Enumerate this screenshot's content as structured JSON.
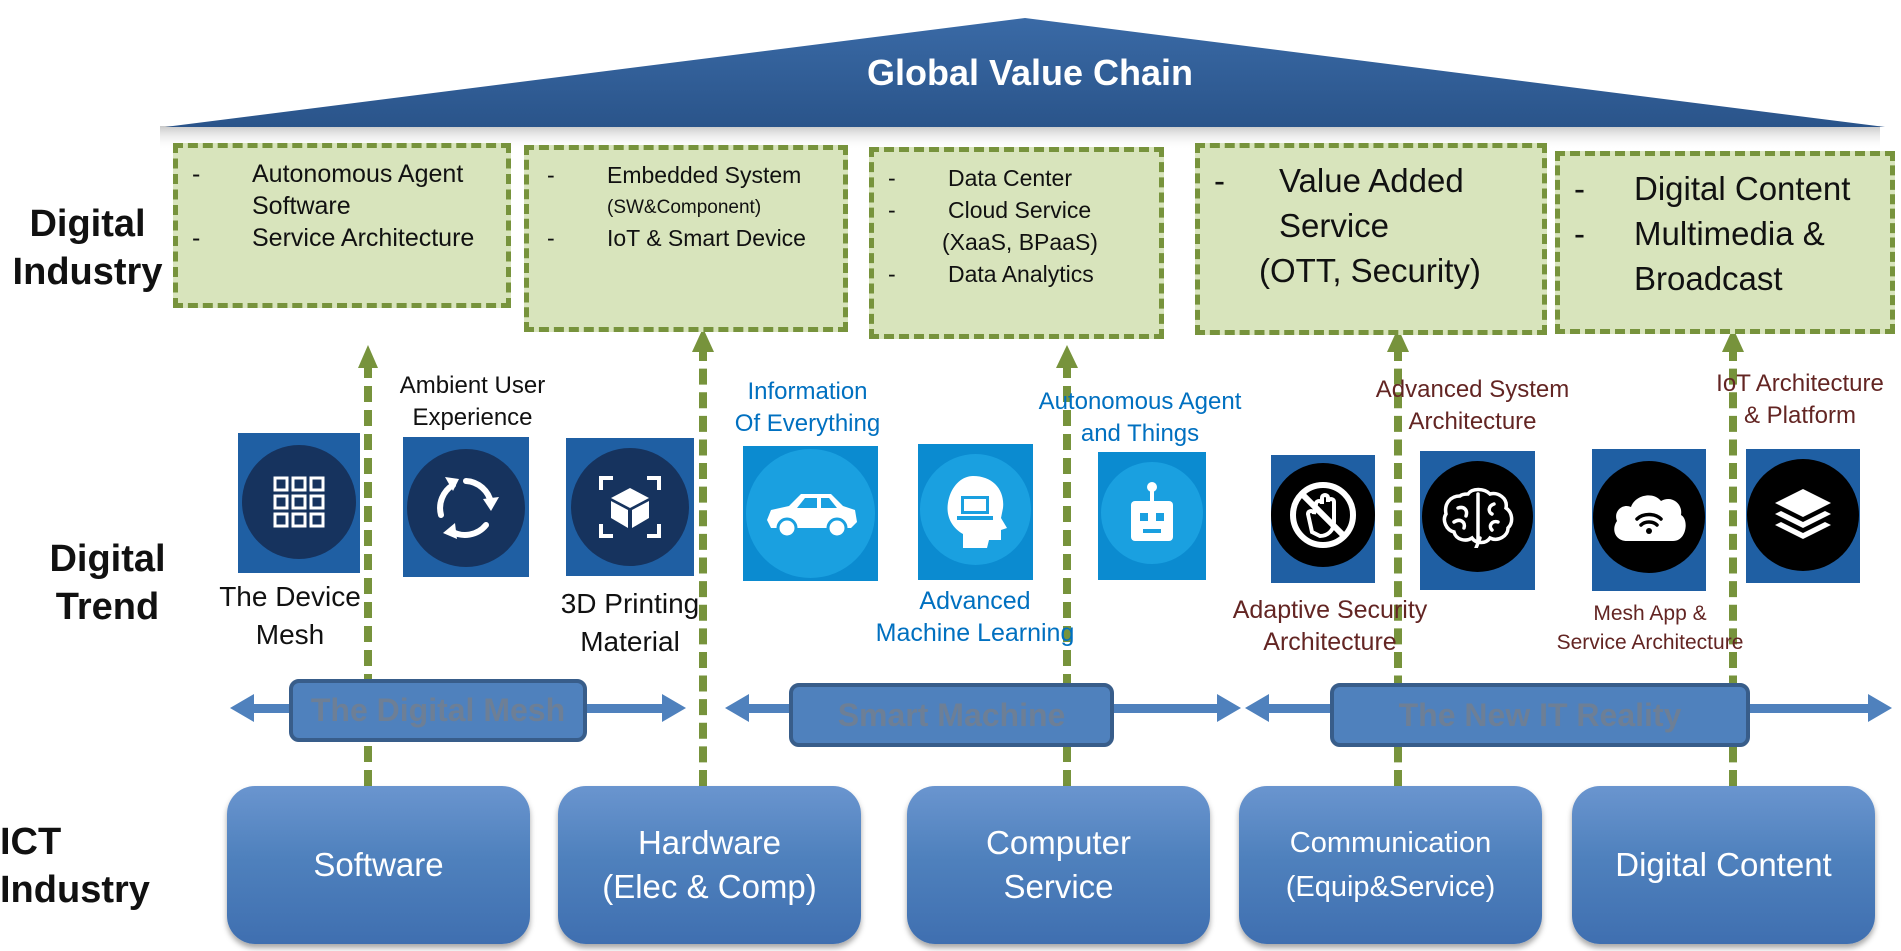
{
  "roof": {
    "title": "Global Value Chain"
  },
  "rows": {
    "digital_industry": [
      "Digital",
      "Industry"
    ],
    "digital_trend": [
      "Digital",
      "Trend"
    ],
    "ict_industry": "ICT Industry"
  },
  "digital_industry": [
    {
      "items": [
        {
          "dash": "-",
          "text": "Autonomous Agent Software"
        },
        {
          "dash": "-",
          "text": "Service Architecture"
        }
      ]
    },
    {
      "items": [
        {
          "dash": "-",
          "text": "Embedded System",
          "sub": "(SW&Component)"
        },
        {
          "dash": "-",
          "text": "IoT & Smart Device"
        }
      ]
    },
    {
      "items": [
        {
          "dash": "-",
          "text": "Data Center"
        },
        {
          "dash": "-",
          "text": "Cloud Service",
          "sub": "(XaaS, BPaaS)"
        },
        {
          "dash": "-",
          "text": "Data Analytics"
        }
      ]
    },
    {
      "items": [
        {
          "dash": "-",
          "text": "Value Added Service",
          "sub": "(OTT, Security)"
        }
      ]
    },
    {
      "items": [
        {
          "dash": "-",
          "text": "Digital Content"
        },
        {
          "dash": "-",
          "text": "Multimedia & Broadcast"
        }
      ]
    }
  ],
  "trends": {
    "ambient": "Ambient User\nExperience",
    "device_mesh": "The Device\nMesh",
    "printing": "3D Printing\nMaterial",
    "information": "Information\nOf Everything",
    "machine_learning": "Advanced\nMachine Learning",
    "autonomous": "Autonomous Agent\nand Things",
    "adv_system": "Advanced System\nArchitecture",
    "adaptive": "Adaptive Security\nArchitecture",
    "mesh_app": "Mesh App &\nService Architecture",
    "iot_arch": "IoT Architecture\n& Platform"
  },
  "icons": [
    "grid-icon",
    "cycle-icon",
    "cube-icon",
    "car-icon",
    "head-laptop-icon",
    "robot-icon",
    "no-hand-icon",
    "brain-icon",
    "cloud-wifi-icon",
    "layers-icon"
  ],
  "bands": [
    "The Digital Mesh",
    "Smart Machine",
    "The New IT Reality"
  ],
  "ict": [
    {
      "line1": "Software",
      "line2": ""
    },
    {
      "line1": "Hardware",
      "line2": "(Elec & Comp)"
    },
    {
      "line1": "Computer",
      "line2": "Service"
    },
    {
      "line1": "Communication",
      "line2": "(Equip&Service)"
    },
    {
      "line1": "Digital Content",
      "line2": ""
    }
  ],
  "colors": {
    "roof": "#2e5b91",
    "box_fill": "#d8e4bc",
    "box_border": "#77933c",
    "ict_blue": "#4f81bd",
    "trend_blue": "#0070c0",
    "trend_maroon": "#632523"
  }
}
